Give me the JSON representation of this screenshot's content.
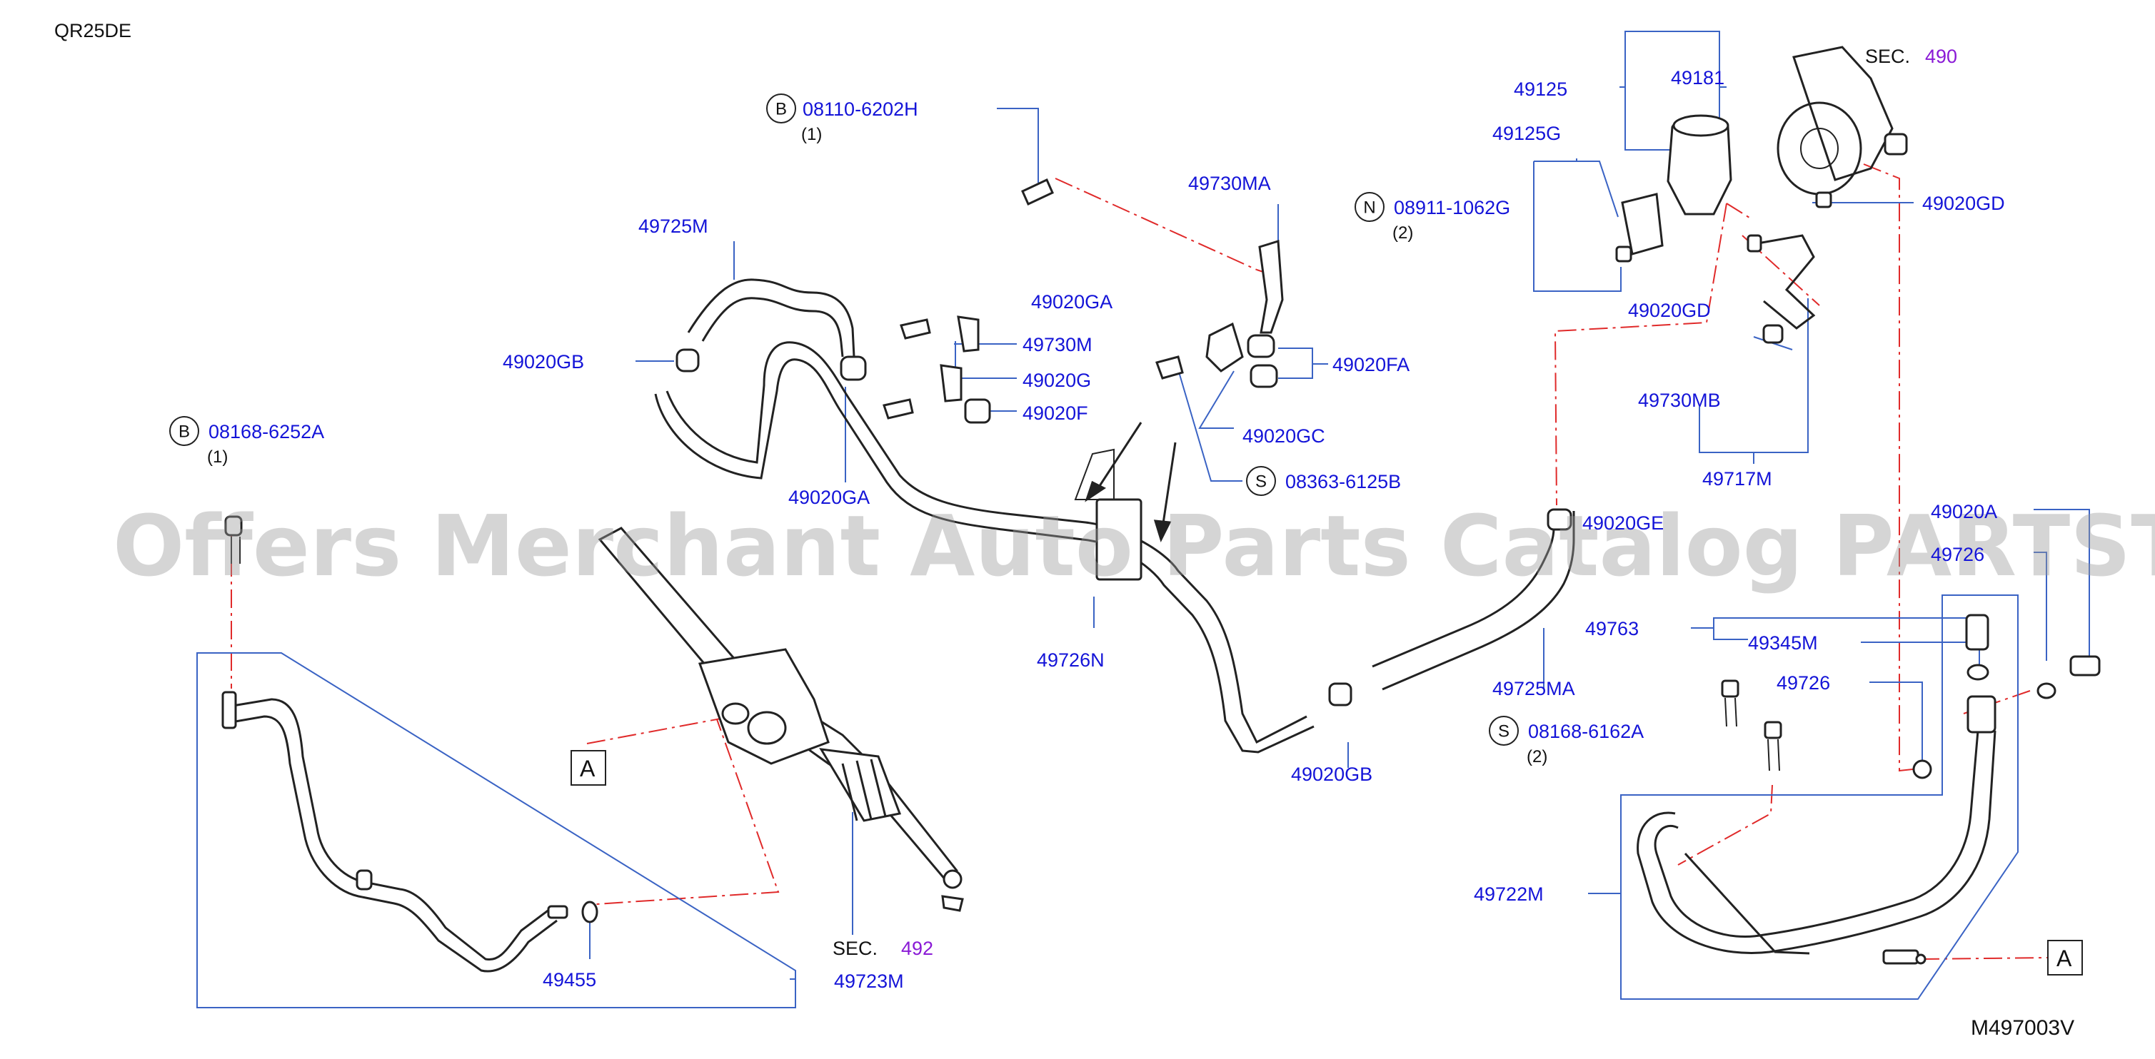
{
  "engine_code": "QR25DE",
  "diagram_code": "M497003V",
  "watermark": "Offers Merchant Auto Parts Catalog PARTSTORE.SA",
  "colors": {
    "part_number": "#1414d8",
    "section_number": "#8a1ad6",
    "leader_line": "#3a63c4",
    "centerline": "#e02a2a",
    "drawing": "#222222"
  },
  "bolts": {
    "b_top": {
      "prefix": "B",
      "number": "08110-6202H",
      "qty": "(1)"
    },
    "b_left": {
      "prefix": "B",
      "number": "08168-6252A",
      "qty": "(1)"
    },
    "n_mid": {
      "prefix": "N",
      "number": "08911-1062G",
      "qty": "(2)"
    },
    "s_mid": {
      "prefix": "S",
      "number": "08363-6125B"
    },
    "s_right": {
      "prefix": "S",
      "number": "08168-6162A",
      "qty": "(2)"
    }
  },
  "sections": {
    "sec_490": {
      "prefix": "SEC.",
      "number": "490"
    },
    "sec_492": {
      "prefix": "SEC.",
      "number": "492"
    }
  },
  "refs": {
    "a_left": "A",
    "a_right": "A"
  },
  "parts": {
    "p49725M": "49725M",
    "p49020GB_a": "49020GB",
    "p49020GA_a": "49020GA",
    "p49020GA_b": "49020GA",
    "p49730MA": "49730MA",
    "p49730M": "49730M",
    "p49020G": "49020G",
    "p49020F": "49020F",
    "p49020FA": "49020FA",
    "p49020GC": "49020GC",
    "p49125": "49125",
    "p49181": "49181",
    "p49125G": "49125G",
    "p49020GD_a": "49020GD",
    "p49020GD_b": "49020GD",
    "p49730MB": "49730MB",
    "p49717M": "49717M",
    "p49020GE": "49020GE",
    "p49020A": "49020A",
    "p49726_a": "49726",
    "p49763": "49763",
    "p49345M": "49345M",
    "p49726_b": "49726",
    "p49725MA": "49725MA",
    "p49726N": "49726N",
    "p49020GB_b": "49020GB",
    "p49722M": "49722M",
    "p49455": "49455",
    "p49723M": "49723M"
  }
}
